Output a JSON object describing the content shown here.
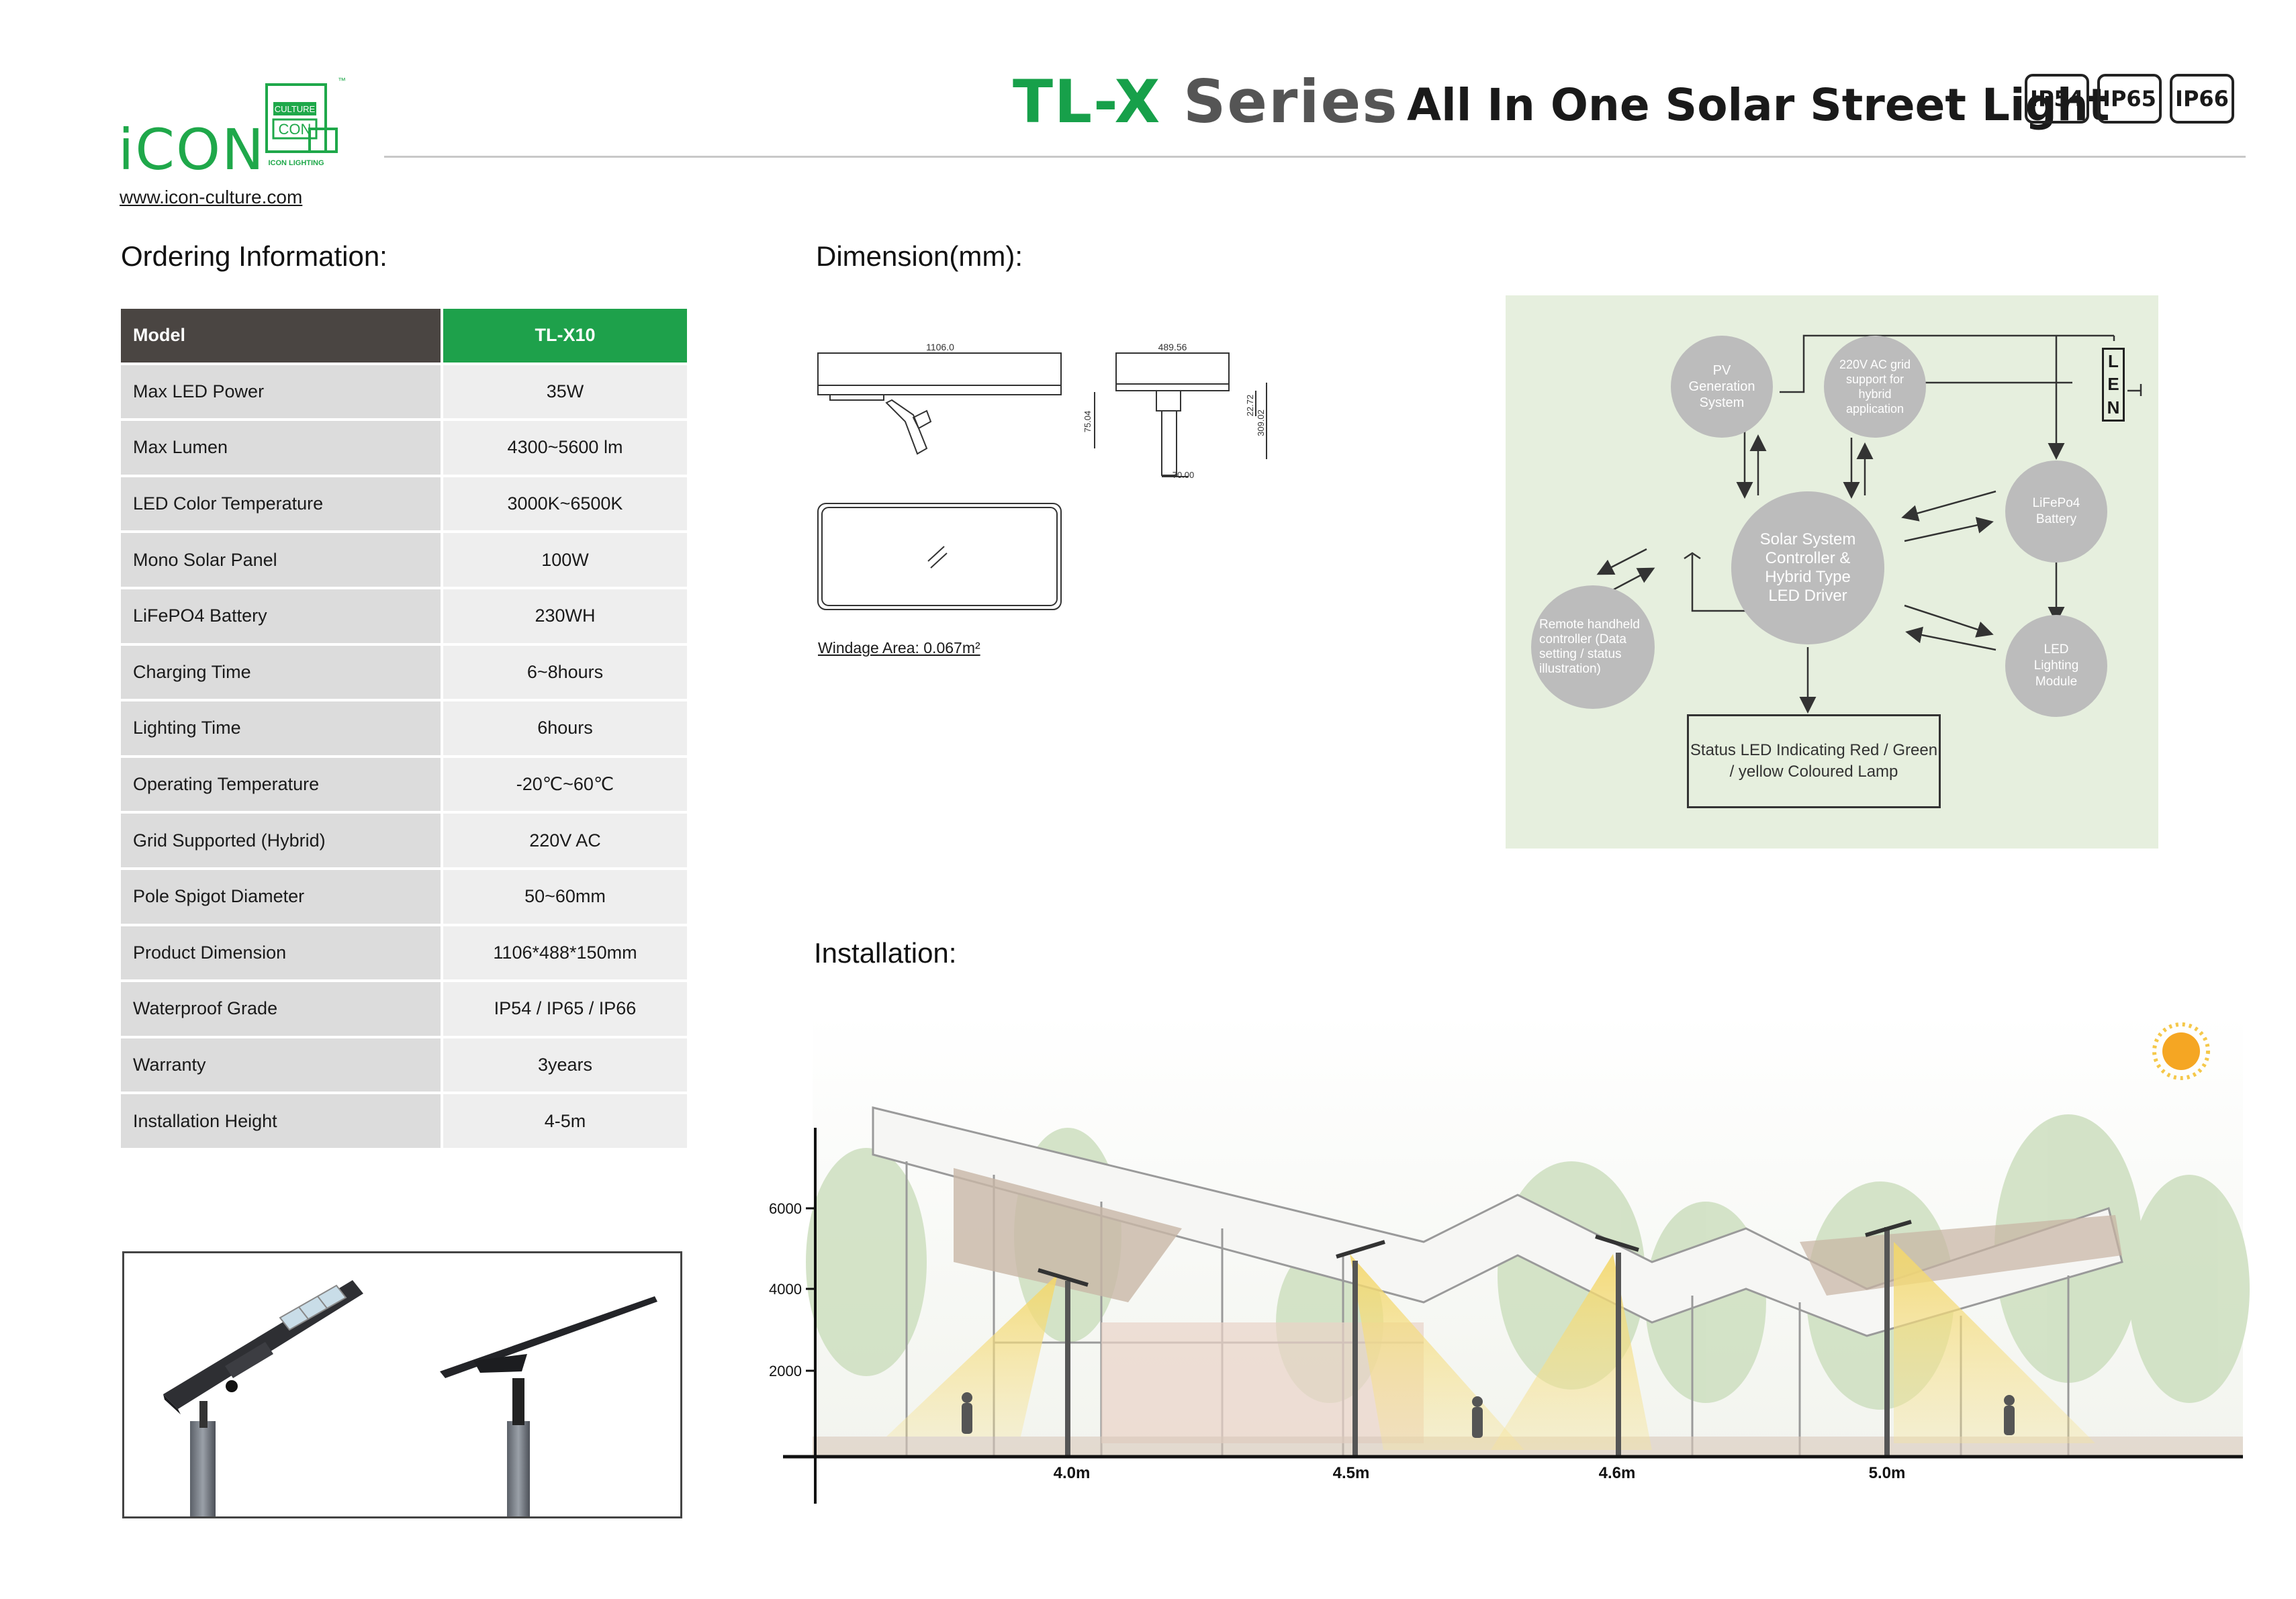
{
  "brand": {
    "logo_text": "iCON",
    "logo_mark_lines": [
      "CULTURE",
      "CON",
      "ICON LIGHTING"
    ],
    "website": "www.icon-culture.com"
  },
  "header": {
    "series_prefix": "TL-X",
    "series_suffix": "Series",
    "subtitle": "All In One Solar Street Light",
    "ip_badges": [
      "IP54",
      "IP65",
      "IP66"
    ]
  },
  "ordering": {
    "title": "Ordering Information:",
    "header": {
      "key": "Model",
      "value": "TL-X10"
    },
    "rows": [
      {
        "key": "Max LED Power",
        "value": "35W"
      },
      {
        "key": "Max Lumen",
        "value": "4300~5600 lm"
      },
      {
        "key": "LED Color Temperature",
        "value": "3000K~6500K"
      },
      {
        "key": "Mono Solar Panel",
        "value": "100W"
      },
      {
        "key": "LiFePO4 Battery",
        "value": "230WH"
      },
      {
        "key": "Charging Time",
        "value": "6~8hours"
      },
      {
        "key": "Lighting Time",
        "value": "6hours"
      },
      {
        "key": "Operating Temperature",
        "value": "-20℃~60℃"
      },
      {
        "key": "Grid Supported (Hybrid)",
        "value": "220V AC"
      },
      {
        "key": "Pole Spigot Diameter",
        "value": "50~60mm"
      },
      {
        "key": "Product Dimension",
        "value": "1106*488*150mm"
      },
      {
        "key": "Waterproof Grade",
        "value": "IP54 / IP65 / IP66"
      },
      {
        "key": "Warranty",
        "value": "3years"
      },
      {
        "key": "Installation Height",
        "value": "4-5m"
      }
    ]
  },
  "dimension": {
    "title": "Dimension(mm):",
    "labels": {
      "length": "1106.0",
      "width": "489.56",
      "d1": "75.04",
      "d2": "22.72",
      "d3": "309.02",
      "d4": "70.00"
    },
    "windage": "Windage Area: 0.067m²"
  },
  "system": {
    "pv": "PV Generation System",
    "grid": "220V AC grid support for hybrid application",
    "battery": "LiFePo4 Battery",
    "controller": "Solar System Controller & Hybrid Type LED Driver",
    "remote": "Remote handheld controller (Data setting / status illustration)",
    "led": "LED Lighting Module",
    "status": "Status LED Indicating Red / Green / yellow Coloured Lamp",
    "len_letters": [
      "L",
      "E",
      "N"
    ]
  },
  "installation": {
    "title": "Installation:",
    "y_ticks": [
      "6000",
      "4000",
      "2000"
    ],
    "heights": [
      "4.0m",
      "4.5m",
      "4.6m",
      "5.0m"
    ]
  }
}
